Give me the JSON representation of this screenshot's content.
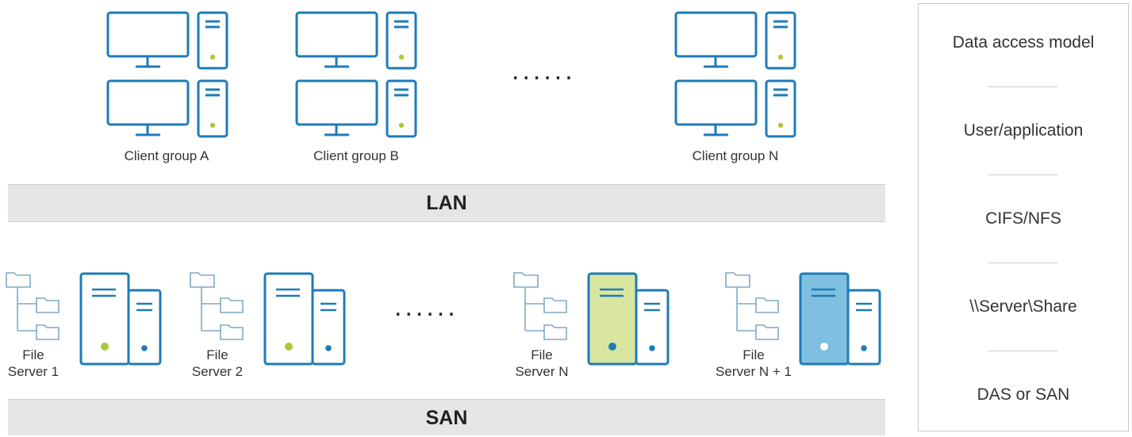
{
  "clients": {
    "groups": [
      {
        "label": "Client group A"
      },
      {
        "label": "Client group B"
      },
      {
        "label": "Client group N"
      }
    ],
    "ellipsis": "......"
  },
  "lan": {
    "label": "LAN"
  },
  "servers": {
    "items": [
      {
        "label_line1": "File",
        "label_line2": "Server 1",
        "style": "outline"
      },
      {
        "label_line1": "File",
        "label_line2": "Server 2",
        "style": "outline"
      },
      {
        "label_line1": "File",
        "label_line2": "Server N",
        "style": "green"
      },
      {
        "label_line1": "File",
        "label_line2": "Server N + 1",
        "style": "blue"
      }
    ],
    "ellipsis": "......"
  },
  "san": {
    "label": "SAN"
  },
  "model_panel": {
    "items": [
      "Data access model",
      "User/application",
      "CIFS/NFS",
      "\\\\Server\\Share",
      "DAS or SAN"
    ]
  },
  "colors": {
    "outline_blue": "#1e7bb8",
    "accent_green": "#a8c93a",
    "fill_green": "#d8e6a0",
    "fill_blue": "#7fbfe0",
    "folder_gray": "#7fa9c9",
    "bar_gray": "#e6e6e6"
  }
}
